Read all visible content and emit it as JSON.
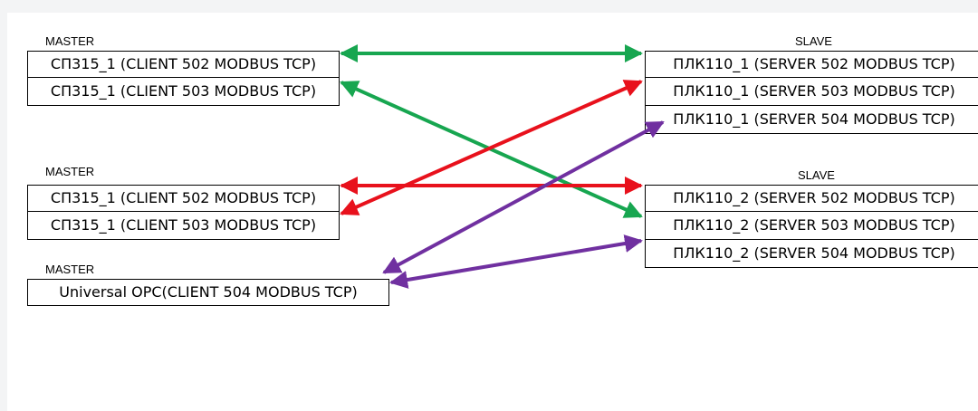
{
  "groups": {
    "master1": {
      "label": "MASTER",
      "items": [
        "СП315_1 (CLIENT 502 MODBUS TCP)",
        "СП315_1 (CLIENT 503 MODBUS TCP)"
      ]
    },
    "master2": {
      "label": "MASTER",
      "items": [
        "СП315_1 (CLIENT 502 MODBUS TCP)",
        "СП315_1 (CLIENT 503 MODBUS TCP)"
      ]
    },
    "master3": {
      "label": "MASTER",
      "items": [
        "Universal OPC(CLIENT 504 MODBUS TCP)"
      ]
    },
    "slave1": {
      "label": "SLAVE",
      "items": [
        "ПЛК110_1 (SERVER 502 MODBUS TCP)",
        "ПЛК110_1 (SERVER 503 MODBUS TCP)",
        "ПЛК110_1 (SERVER 504 MODBUS TCP)"
      ]
    },
    "slave2": {
      "label": "SLAVE",
      "items": [
        "ПЛК110_2 (SERVER 502 MODBUS TCP)",
        "ПЛК110_2 (SERVER 503 MODBUS TCP)",
        "ПЛК110_2 (SERVER 504 MODBUS TCP)"
      ]
    }
  },
  "colors": {
    "green": "#17a650",
    "red": "#e8111c",
    "purple": "#7030a0"
  },
  "connections": [
    {
      "from": "master1.0",
      "to": "slave1.0",
      "color": "green",
      "heads": "both"
    },
    {
      "from": "master1.1",
      "to": "slave2.1",
      "color": "green",
      "heads": "both"
    },
    {
      "from": "master2.0",
      "to": "slave2.0",
      "color": "red",
      "heads": "both"
    },
    {
      "from": "master2.1",
      "to": "slave1.1",
      "color": "red",
      "heads": "both"
    },
    {
      "from": "master3.0",
      "to": "slave1.2",
      "color": "purple",
      "heads": "both"
    },
    {
      "from": "master3.0",
      "to": "slave2.2",
      "color": "purple",
      "heads": "both"
    }
  ]
}
